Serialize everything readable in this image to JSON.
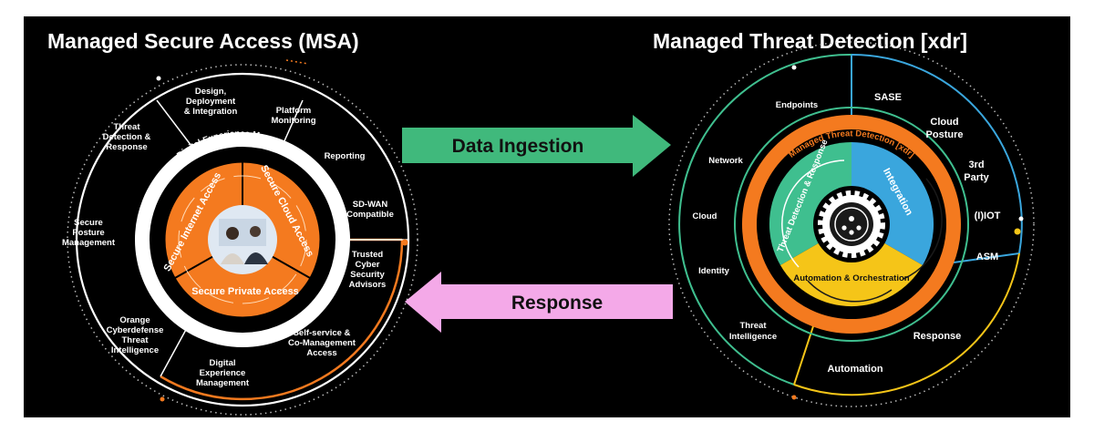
{
  "left": {
    "title": "Managed Secure Access (MSA)",
    "ring_title": "Digital Experience Management",
    "core": [
      "Secure Internet Access",
      "Secure Cloud Access",
      "Secure Private Access"
    ],
    "outer_labels": {
      "design": [
        "Design,",
        "Deployment",
        "& Integration"
      ],
      "platform": [
        "Platform",
        "Monitoring"
      ],
      "reporting": [
        "Reporting"
      ],
      "sdwan": [
        "SD-WAN",
        "Compatible"
      ],
      "trusted": [
        "Trusted",
        "Cyber",
        "Security",
        "Advisors"
      ],
      "selfservice": [
        "Self-service &",
        "Co-Management",
        "Access"
      ],
      "dem": [
        "Digital",
        "Experience",
        "Management"
      ],
      "orange": [
        "Orange",
        "Cyberdefense",
        "Threat",
        "Intelligence"
      ],
      "posture": [
        "Secure",
        "Posture",
        "Management"
      ],
      "tdr": [
        "Threat",
        "Detection &",
        "Response"
      ]
    }
  },
  "right": {
    "title": "Managed Threat Detection [xdr]",
    "ring_title": "Managed Threat Detection [xdr]",
    "segments": [
      "Threat Detection & Response",
      "Integration",
      "Automation & Orchestration"
    ],
    "outer_labels": {
      "endpoints": "Endpoints",
      "network": "Network",
      "cloud": "Cloud",
      "identity": "Identity",
      "ti": [
        "Threat",
        "Intelligence"
      ],
      "sase": "SASE",
      "cloudposture": [
        "Cloud",
        "Posture"
      ],
      "thirdparty": [
        "3rd",
        "Party"
      ],
      "iot": "(I)IOT",
      "asm": "ASM",
      "response": "Response",
      "automation": "Automation"
    }
  },
  "arrows": {
    "ingestion": "Data Ingestion",
    "response": "Response"
  },
  "colors": {
    "orange": "#f47a1f",
    "green": "#3fbf8f",
    "blue": "#3aa6dd",
    "yellow": "#f5c518",
    "teal_arrow": "#40b97c",
    "pink_arrow": "#f4a9e8"
  }
}
